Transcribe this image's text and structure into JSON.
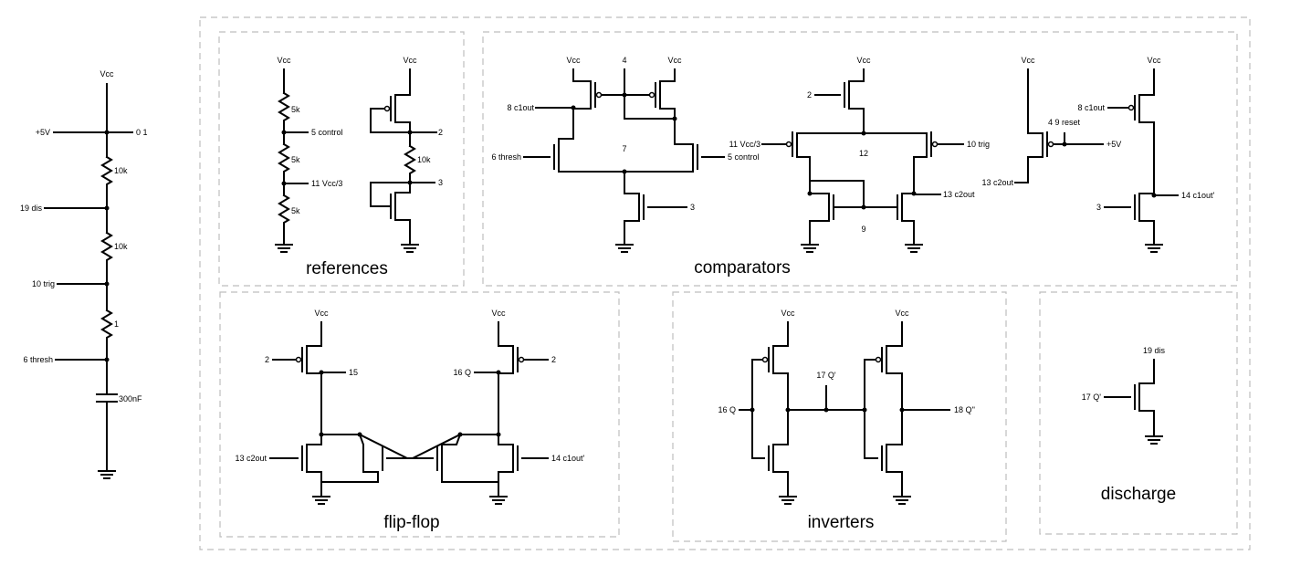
{
  "sections": {
    "references": "references",
    "comparators": "comparators",
    "flip_flop": "flip-flop",
    "inverters": "inverters",
    "discharge": "discharge"
  },
  "external": {
    "vcc": "Vcc",
    "plus5v": "+5V",
    "node01": "0 1",
    "r1": "10k",
    "dis": "19 dis",
    "r2": "10k",
    "trig": "10 trig",
    "r3": "1",
    "thresh": "6 thresh",
    "cap": "300nF"
  },
  "references": {
    "vcc1": "Vcc",
    "r1": "5k",
    "control": "5 control",
    "r2": "5k",
    "vcc3": "11 Vcc/3",
    "r3": "5k",
    "vcc2": "Vcc",
    "n2": "2",
    "r4": "10k",
    "n3": "3"
  },
  "comparators": {
    "a_vcc1": "Vcc",
    "a_n4": "4",
    "a_vcc2": "Vcc",
    "a_c1out": "8 c1out",
    "a_n7": "7",
    "a_thresh": "6 thresh",
    "a_control": "5 control",
    "a_n3": "3",
    "b_vcc": "Vcc",
    "b_n2": "2",
    "b_vcc3": "11 Vcc/3",
    "b_n12": "12",
    "b_trig": "10 trig",
    "b_c2out": "13 c2out",
    "b_n9": "9",
    "c_vcc1": "Vcc",
    "c_vcc2": "Vcc",
    "c_c1out": "8 c1out",
    "c_reset": "4 9 reset",
    "c_5v": "+5V",
    "c_c2out": "13 c2out",
    "c_c1outp": "14 c1out'",
    "c_n3": "3"
  },
  "flip_flop": {
    "vcc1": "Vcc",
    "vcc2": "Vcc",
    "n2a": "2",
    "n15": "15",
    "q": "16 Q",
    "n2b": "2",
    "c2out": "13 c2out",
    "c1outp": "14 c1out'"
  },
  "inverters": {
    "vcc1": "Vcc",
    "vcc2": "Vcc",
    "qp": "17 Q'",
    "q": "16 Q",
    "qpp": "18 Q''"
  },
  "discharge": {
    "dis": "19 dis",
    "qp": "17 Q'"
  }
}
